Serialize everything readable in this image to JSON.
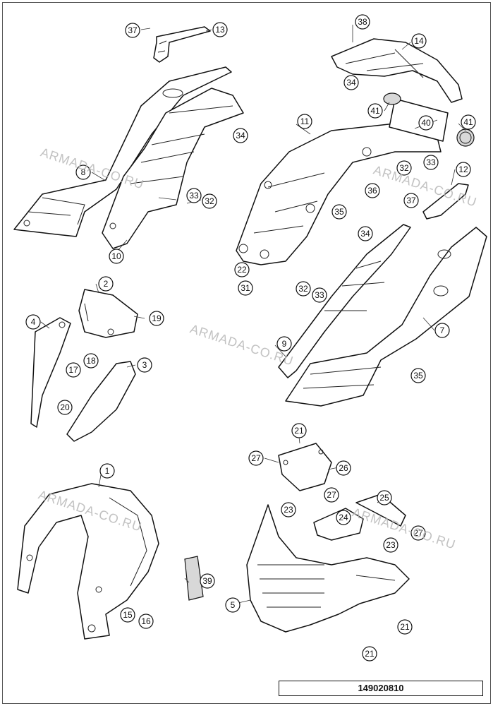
{
  "watermark": {
    "text": "ARMADA-CO.RU",
    "color": "#b8b8b8"
  },
  "drawing_number": "149020810",
  "callouts": [
    "1",
    "2",
    "3",
    "4",
    "5",
    "7",
    "8",
    "9",
    "10",
    "11",
    "12",
    "13",
    "14",
    "15",
    "16",
    "17",
    "18",
    "19",
    "20",
    "21",
    "21",
    "21",
    "22",
    "23",
    "23",
    "24",
    "25",
    "26",
    "27",
    "27",
    "27",
    "31",
    "32",
    "32",
    "32",
    "33",
    "33",
    "33",
    "34",
    "34",
    "34",
    "35",
    "35",
    "36",
    "37",
    "37",
    "38",
    "39",
    "40",
    "41",
    "41"
  ]
}
